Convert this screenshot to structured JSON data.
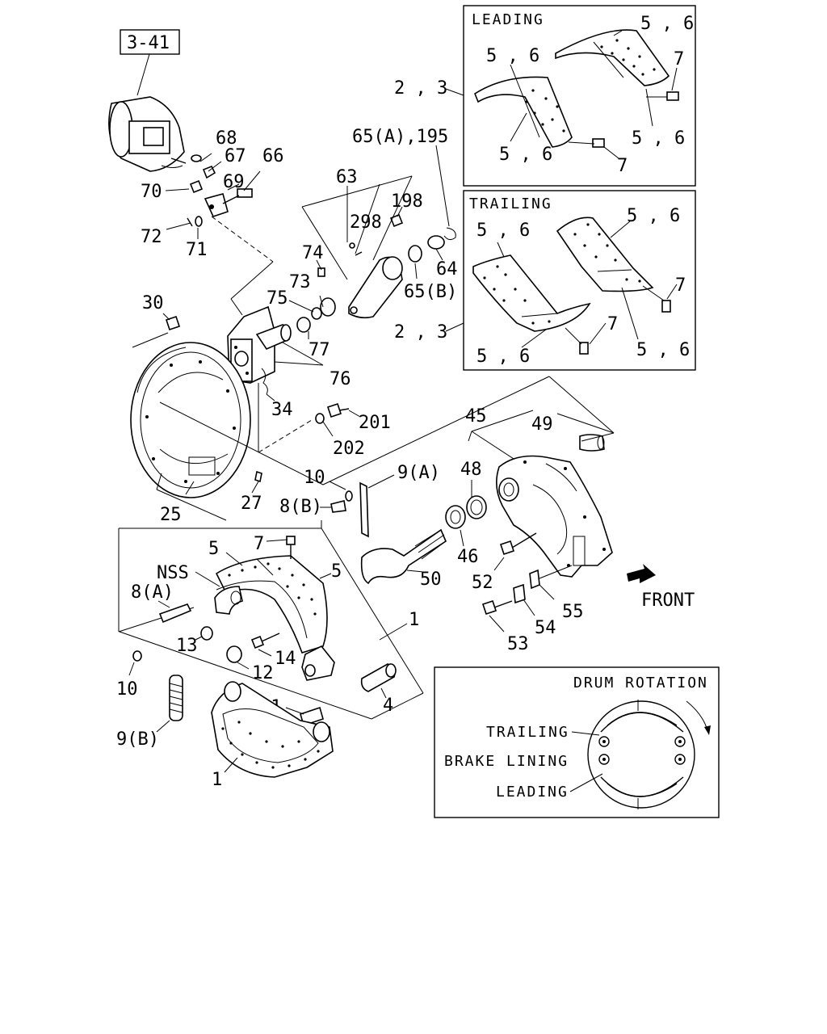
{
  "ref_box": "3-41",
  "leading_panel": {
    "title": "LEADING"
  },
  "trailing_panel": {
    "title": "TRAILING"
  },
  "drum_panel": {
    "title": "DRUM ROTATION",
    "trailing": "TRAILING",
    "lining": "BRAKE LINING",
    "leading": "LEADING"
  },
  "front_label": "FRONT",
  "labels": {
    "l_5_6_a": "5 , 6",
    "l_5_6_b": "5 , 6",
    "l_5_6_c": "5 , 6",
    "l_5_6_d": "5 , 6",
    "l_7_a": "7",
    "l_7_b": "7",
    "l_2_3_a": "2 , 3",
    "l_5_6_e": "5 , 6",
    "l_5_6_f": "5 , 6",
    "l_5_6_g": "5 , 6",
    "l_5_6_h": "5 , 6",
    "l_7_c": "7",
    "l_7_d": "7",
    "l_2_3_b": "2 , 3",
    "l_68": "68",
    "l_67": "67",
    "l_66": "66",
    "l_70": "70",
    "l_69": "69",
    "l_72": "72",
    "l_71": "71",
    "l_65a": "65(A),195",
    "l_63": "63",
    "l_198": "198",
    "l_298": "298",
    "l_74": "74",
    "l_73": "73",
    "l_64": "64",
    "l_65b": "65(B)",
    "l_75": "75",
    "l_30": "30",
    "l_77": "77",
    "l_76": "76",
    "l_34": "34",
    "l_201": "201",
    "l_202": "202",
    "l_45": "45",
    "l_49": "49",
    "l_48": "48",
    "l_10a": "10",
    "l_9a": "9(A)",
    "l_25": "25",
    "l_27": "27",
    "l_8b": "8(B)",
    "l_7e": "7",
    "l_5a": "5",
    "l_5b": "5",
    "l_nss": "NSS",
    "l_8a": "8(A)",
    "l_46": "46",
    "l_50": "50",
    "l_52": "52",
    "l_55": "55",
    "l_54": "54",
    "l_53": "53",
    "l_1a": "1",
    "l_13": "13",
    "l_14": "14",
    "l_12": "12",
    "l_10b": "10",
    "l_11": "11",
    "l_4": "4",
    "l_9b": "9(B)",
    "l_1b": "1"
  }
}
